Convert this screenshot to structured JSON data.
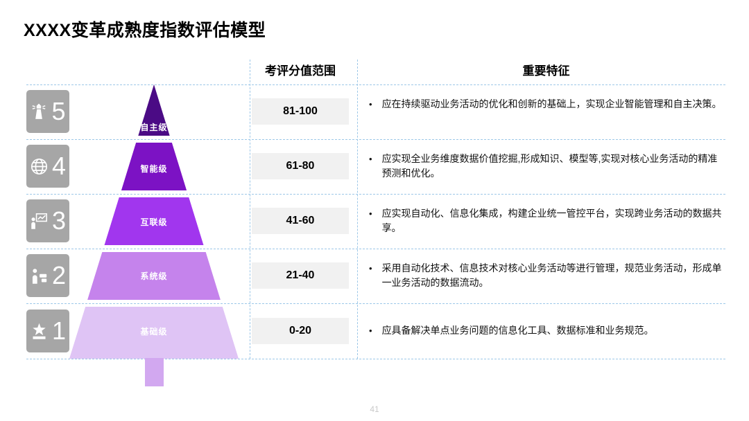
{
  "slide": {
    "title": "XXXX变革成熟度指数评估模型",
    "page_number": "41"
  },
  "columns": {
    "score_header": "考评分值范围",
    "feature_header": "重要特征"
  },
  "ui": {
    "bullet": "•"
  },
  "levels": [
    {
      "num": "5",
      "name": "自主级",
      "icon": "lighthouse-icon",
      "score_range": "81-100",
      "feature": "应在持续驱动业务活动的优化和创新的基础上，实现企业智能管理和自主决策。",
      "color": "#4B0B85"
    },
    {
      "num": "4",
      "name": "智能级",
      "icon": "globe-icon",
      "score_range": "61-80",
      "feature": "应实现全业务维度数据价值挖掘,形成知识、模型等,实现对核心业务活动的精准预测和优化。",
      "color": "#7C12C4"
    },
    {
      "num": "3",
      "name": "互联级",
      "icon": "presentation-chart-icon",
      "score_range": "41-60",
      "feature": "应实现自动化、信息化集成，构建企业统一管控平台，实现跨业务活动的数据共享。",
      "color": "#A136EE"
    },
    {
      "num": "2",
      "name": "系统级",
      "icon": "automation-icon",
      "score_range": "21-40",
      "feature": "采用自动化技术、信息技术对核心业务活动等进行管理，规范业务活动，形成单一业务活动的数据流动。",
      "color": "#C583EC"
    },
    {
      "num": "1",
      "name": "基础级",
      "icon": "star-podium-icon",
      "score_range": "0-20",
      "feature": "应具备解决单点业务问题的信息化工具、数据标准和业务规范。",
      "color": "#DFC4F5"
    }
  ],
  "colors": {
    "divider_dash": "#9CC7E8",
    "badge_bg": "#A6A6A6",
    "score_box_bg": "#F1F1F1",
    "stem": "#D2A8F0"
  }
}
